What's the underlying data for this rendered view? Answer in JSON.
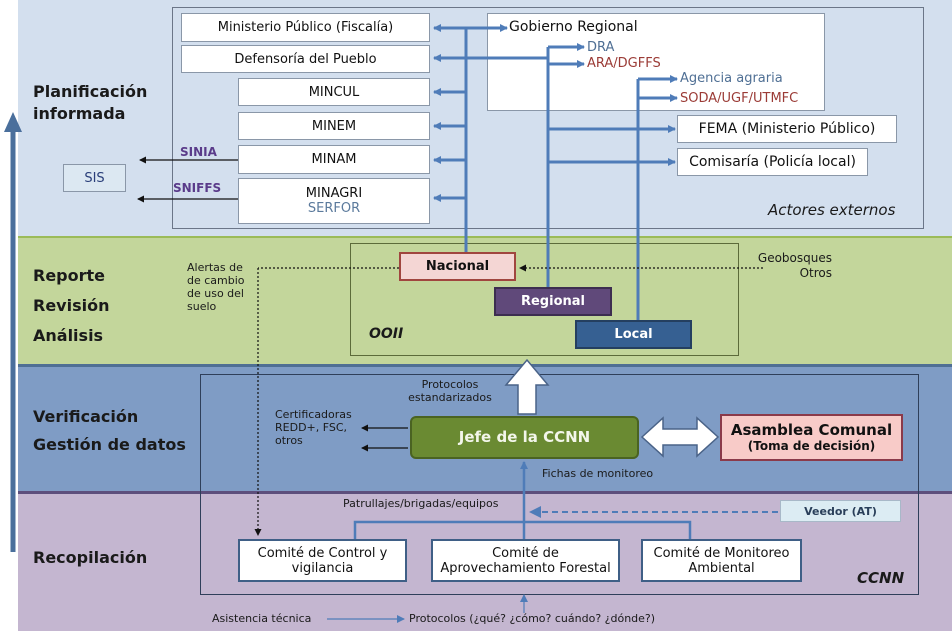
{
  "stages": {
    "planificacion": [
      "Planificación",
      "informada"
    ],
    "reporte": [
      "Reporte",
      "Revisión",
      "Análisis"
    ],
    "verificacion": [
      "Verificación",
      "Gestión de datos"
    ],
    "recopilacion": "Recopilación"
  },
  "actores_externos": {
    "caption": "Actores externos",
    "left_boxes": {
      "ministerio_publico": "Ministerio Público (Fiscalía)",
      "defensoria": "Defensoría del Pueblo",
      "mincul": "MINCUL",
      "minem": "MINEM",
      "minam": "MINAM",
      "minagri": "MINAGRI",
      "serfor": "SERFOR"
    },
    "gobierno_regional": {
      "title": "Gobierno Regional",
      "dra": "DRA",
      "ara": "ARA/DGFFS",
      "agencia": "Agencia agraria",
      "soda": "SODA/UGF/UTMFC"
    },
    "fema": "FEMA (Ministerio Público)",
    "comisaria": "Comisaría (Policía local)",
    "sinia": "SINIA",
    "sniffs": "SNIFFS",
    "sis": "SIS"
  },
  "ooii": {
    "caption": "OOII",
    "nacional": "Nacional",
    "regional": "Regional",
    "local": "Local",
    "alertas": [
      "Alertas de",
      "de cambio",
      "de uso del",
      "suelo"
    ],
    "geobosques": [
      "Geobosques",
      "Otros"
    ]
  },
  "verificacion": {
    "protocolos": [
      "Protocolos",
      "estandarizados"
    ],
    "certificadoras": [
      "Certificadoras",
      "REDD+, FSC,",
      "otros"
    ],
    "jefe": "Jefe de la CCNN",
    "asamblea_title": "Asamblea Comunal",
    "asamblea_sub": "(Toma de decisión)",
    "fichas": "Fichas de monitoreo"
  },
  "recopilacion": {
    "caption": "CCNN",
    "patrullajes": "Patrullajes/brigadas/equipos",
    "veedor": "Veedor (AT)",
    "comite_control": [
      "Comité de Control y",
      "vigilancia"
    ],
    "comite_aprovechamiento": [
      "Comité de",
      "Aprovechamiento Forestal"
    ],
    "comite_monitoreo": [
      "Comité de Monitoreo",
      "Ambiental"
    ],
    "asistencia": "Asistencia técnica",
    "protocolos_q": "Protocolos (¿qué? ¿cómo? cuándo? ¿dónde?)"
  },
  "colors": {
    "flow_blue": "#4f7cb8",
    "nacional_fill": "#f4d6d4",
    "nacional_border": "#a0463f",
    "regional_fill": "#60497a",
    "local_fill": "#366092",
    "jefe_fill": "#6a8a32",
    "asamblea_fill": "#f8cbc8",
    "asamblea_border": "#8b3a4a",
    "red_text": "#9b3b36",
    "purple_text": "#5a3b8a"
  }
}
